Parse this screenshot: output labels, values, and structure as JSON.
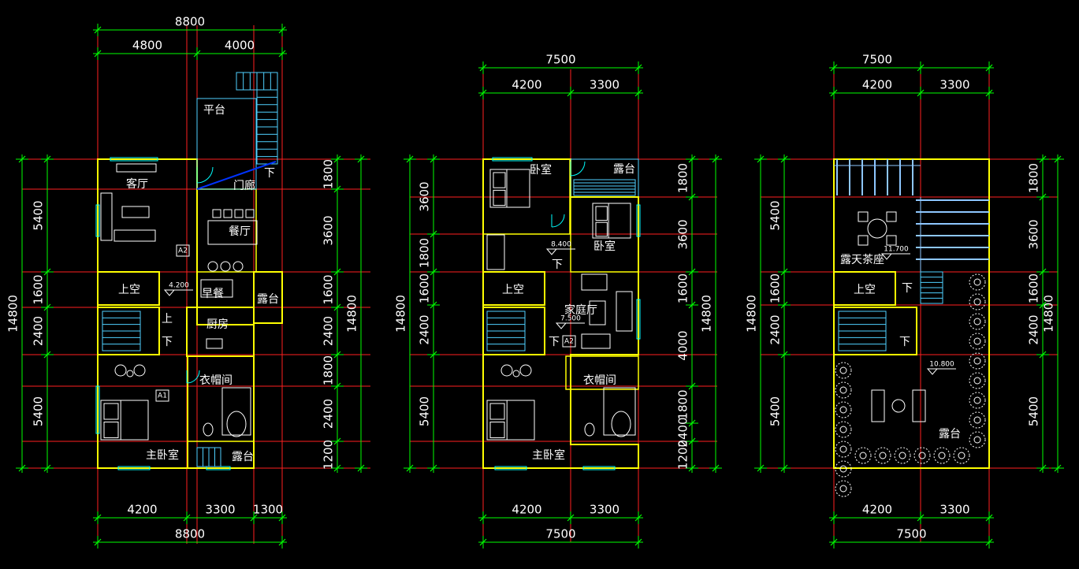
{
  "colors": {
    "background": "#000000",
    "axis": "#ff1f1f",
    "dimension": "#00ff00",
    "wall": "#ffff00",
    "window": "#00ffff",
    "furniture": "#ffffff",
    "stair": "#4fd1ff",
    "pergola": "#8ec7ff",
    "accent_blue": "#0033ff",
    "text": "#ffffff"
  },
  "plans": [
    {
      "id": "plan-1",
      "top_total": "8800",
      "top_parts": [
        "4800",
        "4000"
      ],
      "bottom_parts": [
        "4200",
        "3300",
        "1300"
      ],
      "bottom_total": "8800",
      "left_outer": "14800",
      "left_inner": [
        "5400",
        "1600",
        "2400",
        "5400"
      ],
      "right_inner": [
        "1800",
        "3600",
        "1600",
        "2400",
        "1800",
        "2400",
        "1200"
      ],
      "right_outer": "14800",
      "rooms": [
        "平台",
        "客厅",
        "门廊",
        "餐厅",
        "上空",
        "早餐",
        "露台",
        "厨房",
        "衣帽间",
        "主卧室",
        "露台"
      ],
      "stair_labels": [
        "下",
        "上",
        "下"
      ],
      "levels": [
        "4.200"
      ],
      "tags": [
        "A2",
        "A1"
      ]
    },
    {
      "id": "plan-2",
      "top_total": "7500",
      "top_parts": [
        "4200",
        "3300"
      ],
      "bottom_parts": [
        "4200",
        "3300"
      ],
      "bottom_total": "7500",
      "left_outer": "14800",
      "left_inner": [
        "3600",
        "1800",
        "1600",
        "2400",
        "5400"
      ],
      "right_inner": [
        "1800",
        "3600",
        "1600",
        "4000",
        "1800",
        "2400",
        "1200"
      ],
      "right_outer": "14800",
      "rooms": [
        "卧室",
        "露台",
        "卧室",
        "上空",
        "家庭厅",
        "衣帽间",
        "主卧室"
      ],
      "stair_labels": [
        "下",
        "下"
      ],
      "levels": [
        "8.400",
        "7.500"
      ],
      "tags": [
        "A2"
      ]
    },
    {
      "id": "plan-3",
      "top_total": "7500",
      "top_parts": [
        "4200",
        "3300"
      ],
      "bottom_parts": [
        "4200",
        "3300"
      ],
      "bottom_total": "7500",
      "left_outer": "14800",
      "left_inner": [
        "5400",
        "1600",
        "2400",
        "5400"
      ],
      "right_inner": [
        "1800",
        "3600",
        "1600",
        "2400",
        "5400"
      ],
      "right_outer": "14800",
      "rooms": [
        "露天茶座",
        "上空",
        "露台"
      ],
      "stair_labels": [
        "下",
        "下"
      ],
      "levels": [
        "11.700",
        "10.800"
      ],
      "tags": []
    }
  ]
}
